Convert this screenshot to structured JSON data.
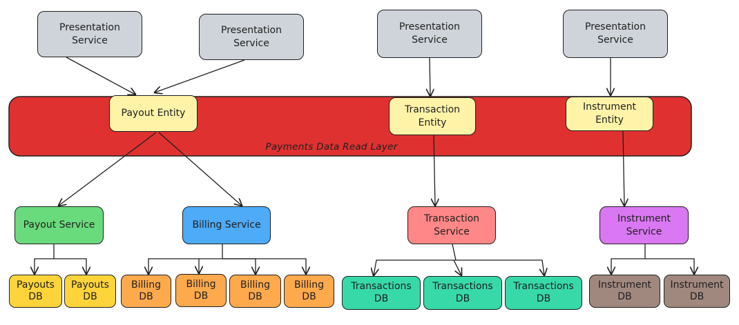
{
  "layer": {
    "label": "Payments Data Read Layer",
    "color": "#e03131"
  },
  "presentation": [
    {
      "label": "Presentation\nService"
    },
    {
      "label": "Presentation\nService"
    },
    {
      "label": "Presentation\nService"
    },
    {
      "label": "Presentation\nService"
    }
  ],
  "entities": [
    {
      "label": "Payout Entity"
    },
    {
      "label": "Transaction\nEntity"
    },
    {
      "label": "Instrument\nEntity"
    }
  ],
  "services": [
    {
      "label": "Payout Service",
      "color": "#69db7c"
    },
    {
      "label": "Billing Service",
      "color": "#4dabf7"
    },
    {
      "label": "Transaction\nService",
      "color": "#ff8787"
    },
    {
      "label": "Instrument\nService",
      "color": "#da77f2"
    }
  ],
  "databases": [
    {
      "label": "Payouts\nDB",
      "color": "#ffd43b"
    },
    {
      "label": "Payouts\nDB",
      "color": "#ffd43b"
    },
    {
      "label": "Billing\nDB",
      "color": "#ffa94d"
    },
    {
      "label": "Billing\nDB",
      "color": "#ffa94d"
    },
    {
      "label": "Billing\nDB",
      "color": "#ffa94d"
    },
    {
      "label": "Billing\nDB",
      "color": "#ffa94d"
    },
    {
      "label": "Transactions\nDB",
      "color": "#38d9a9"
    },
    {
      "label": "Transactions\nDB",
      "color": "#38d9a9"
    },
    {
      "label": "Transactions\nDB",
      "color": "#38d9a9"
    },
    {
      "label": "Instrument\nDB",
      "color": "#a1887f"
    },
    {
      "label": "Instrument\nDB",
      "color": "#a1887f"
    }
  ]
}
